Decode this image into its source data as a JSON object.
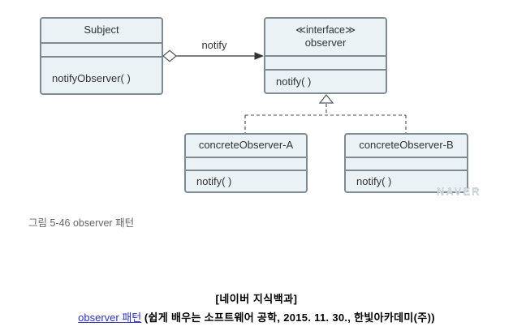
{
  "diagram": {
    "subject": {
      "name": "Subject",
      "method": "notifyObserver( )"
    },
    "observer": {
      "stereotype": "≪interface≫",
      "name": "observer",
      "method": "notify( )"
    },
    "concrete_a": {
      "name": "concreteObserver-A",
      "method": "notify( )"
    },
    "concrete_b": {
      "name": "concreteObserver-B",
      "method": "notify( )"
    },
    "association_label": "notify",
    "watermark": "NAVER"
  },
  "caption": "그림 5-46 observer 패턴",
  "footer": {
    "header": "[네이버 지식백과]",
    "link": "observer 패턴",
    "citation": "(쉽게 배우는 소프트웨어 공학, 2015. 11. 30., 한빛아카데미(주))"
  },
  "colors": {
    "box_fill": "#eaf2f6",
    "box_border": "#7f8b92",
    "line": "#333333",
    "link_blue": "#2d35b5",
    "caption_gray": "#666666",
    "watermark_gray": "#ccd5d9"
  }
}
